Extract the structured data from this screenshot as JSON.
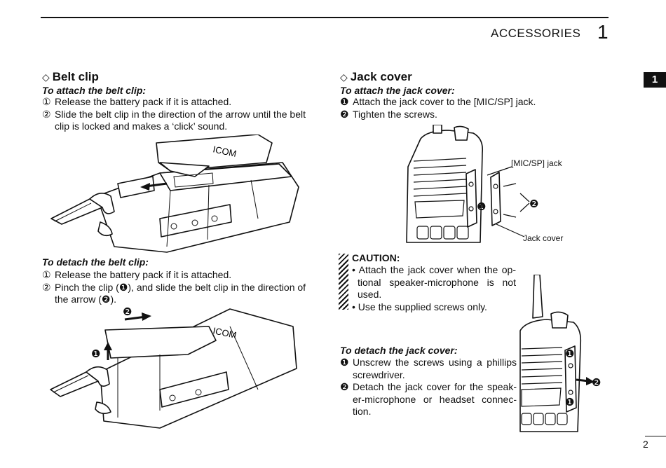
{
  "header": {
    "title": "ACCESSORIES",
    "chapter": "1",
    "tab": "1",
    "page": "2"
  },
  "belt_clip": {
    "heading": "Belt clip",
    "attach": {
      "title": "To attach the belt clip:",
      "steps": [
        {
          "marker": "①",
          "text": "Release the battery pack if it is attached."
        },
        {
          "marker": "②",
          "text": "Slide the belt clip in the direction of the arrow until the belt",
          "cont": "clip is locked and makes a ‘click’ sound."
        }
      ]
    },
    "detach": {
      "title": "To detach the belt clip:",
      "steps": [
        {
          "marker": "①",
          "text": "Release the battery pack if it is attached."
        },
        {
          "marker": "②",
          "text": "Pinch the clip (❶), and slide the belt clip in the direction of",
          "cont": "the arrow (❷)."
        }
      ]
    },
    "fig1_logo": "ICOM",
    "fig2_labels": [
      "❷",
      "❶"
    ]
  },
  "jack_cover": {
    "heading": "Jack cover",
    "attach": {
      "title": "To attach the jack cover:",
      "steps": [
        {
          "marker": "❶",
          "text": "Attach the jack cover to the [MIC/SP] jack."
        },
        {
          "marker": "❷",
          "text": "Tighten the screws."
        }
      ]
    },
    "fig_labels": {
      "jack": "[MIC/SP] jack",
      "cover": "Jack cover",
      "one": "❶",
      "two": "❷"
    },
    "caution": {
      "title": "CAUTION:",
      "items": [
        {
          "l1": "• Attach the jack cover when the op-",
          "l2": "tional speaker-microphone is not",
          "l3": "used."
        },
        {
          "l1": "• Use the supplied screws only."
        }
      ]
    },
    "detach": {
      "title": "To detach the jack cover:",
      "steps": [
        {
          "marker": "❶",
          "l1": "Unscrew the screws using a phillips",
          "l2": "screwdriver."
        },
        {
          "marker": "❷",
          "l1": "Detach the jack cover for the speak-",
          "l2": "er-microphone or headset connec-",
          "l3": "tion."
        }
      ]
    },
    "fig2_labels": [
      "❶",
      "❷",
      "❶"
    ]
  }
}
